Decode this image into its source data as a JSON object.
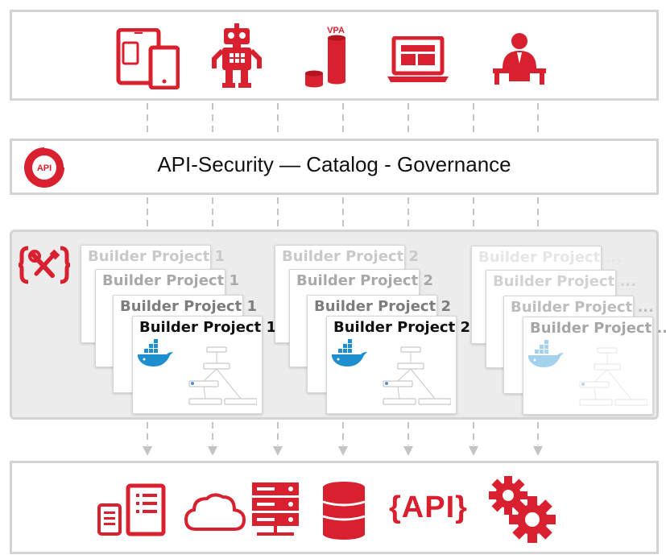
{
  "colors": {
    "accent": "#d8202e",
    "border": "#d4d4d4",
    "panel": "#ececec",
    "connector": "#bfbfbf"
  },
  "top_layer": {
    "icons": [
      "tablet-phone-icon",
      "robot-icon",
      "vpa-assistant-icon",
      "laptop-icon",
      "user-at-desk-icon"
    ],
    "vpa_label": "VPA"
  },
  "governance_layer": {
    "badge": "API",
    "title": "API-Security — Catalog - Governance"
  },
  "builder_layer": {
    "icon": "build-tools-icon",
    "groups": [
      {
        "labels": [
          "Builder Project 1",
          "Builder Project 1",
          "Builder Project 1",
          "Builder Project 1"
        ]
      },
      {
        "labels": [
          "Builder Project 2",
          "Builder Project 2",
          "Builder Project 2",
          "Builder Project 2"
        ]
      },
      {
        "labels": [
          "Builder Project ...",
          "Builder Project ...",
          "Builder Project ...",
          "Builder Project ..."
        ]
      }
    ]
  },
  "backend_layer": {
    "icons": [
      "server-tower-icon",
      "cloud-icon",
      "server-rack-icon",
      "database-icon",
      "api-braces-icon",
      "gears-icon"
    ],
    "api_label": "{API}"
  }
}
